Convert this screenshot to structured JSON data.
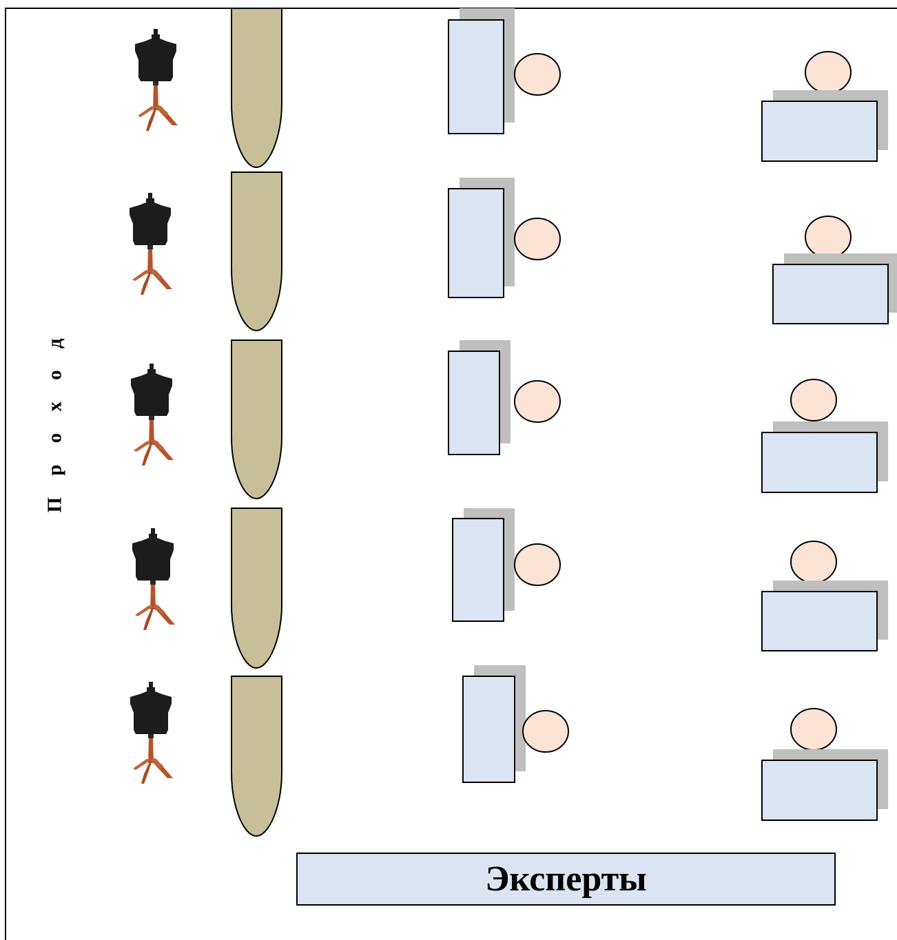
{
  "labels": {
    "passage": "П р о х о д",
    "experts": "Эксперты"
  },
  "layout": {
    "workstation_count": 5,
    "items": [
      "mannequin-icon",
      "ironing-board",
      "work-table",
      "participant-seat",
      "sewing-machine-table",
      "operator-seat"
    ]
  },
  "colors": {
    "ironing_board": "#c6bf98",
    "table_fill": "#dbe5f1",
    "table_shadow": "#bfbfbf",
    "seat_fill": "#fbe4d5",
    "mannequin_torso": "#1c1c1c",
    "mannequin_stand": "#b5542b",
    "outline": "#000000"
  }
}
